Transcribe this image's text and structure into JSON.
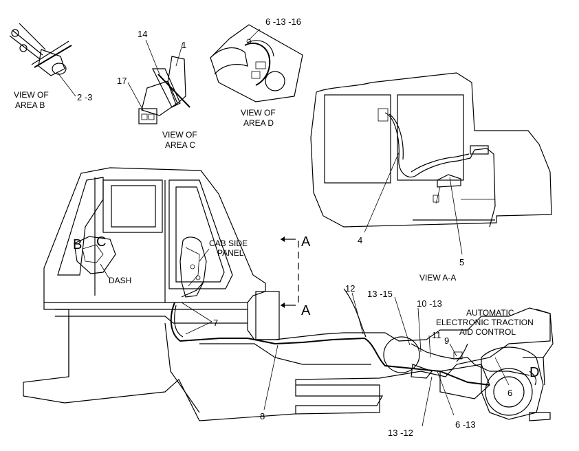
{
  "views": {
    "area_b": {
      "line1": "VIEW OF",
      "line2": "AREA B",
      "part": "2 -3"
    },
    "area_c": {
      "line1": "VIEW OF",
      "line2": "AREA C",
      "parts": [
        "14",
        "1",
        "17"
      ]
    },
    "area_d": {
      "line1": "VIEW OF",
      "line2": "AREA D",
      "part": "6 -13 -16"
    },
    "view_aa": {
      "caption": "VIEW A-A",
      "parts": [
        "4",
        "5"
      ]
    }
  },
  "main": {
    "dash": "DASH",
    "cab_side_line1": "CAB SIDE",
    "cab_side_line2": "PANEL",
    "section_letter": "A",
    "area_b_letter": "B",
    "area_c_letter": "C",
    "area_d_letter": "D",
    "atac_line1": "AUTOMATIC",
    "atac_line2": "ELECTRONIC TRACTION",
    "atac_line3": "AID CONTROL",
    "callouts": {
      "p7": "7",
      "p8": "8",
      "p12": "12",
      "p13_15": "13 -15",
      "p10_13": "10 -13",
      "p11": "11",
      "p9": "9",
      "p6": "6",
      "p6_13": "6 -13",
      "p13_12": "13 -12"
    }
  }
}
